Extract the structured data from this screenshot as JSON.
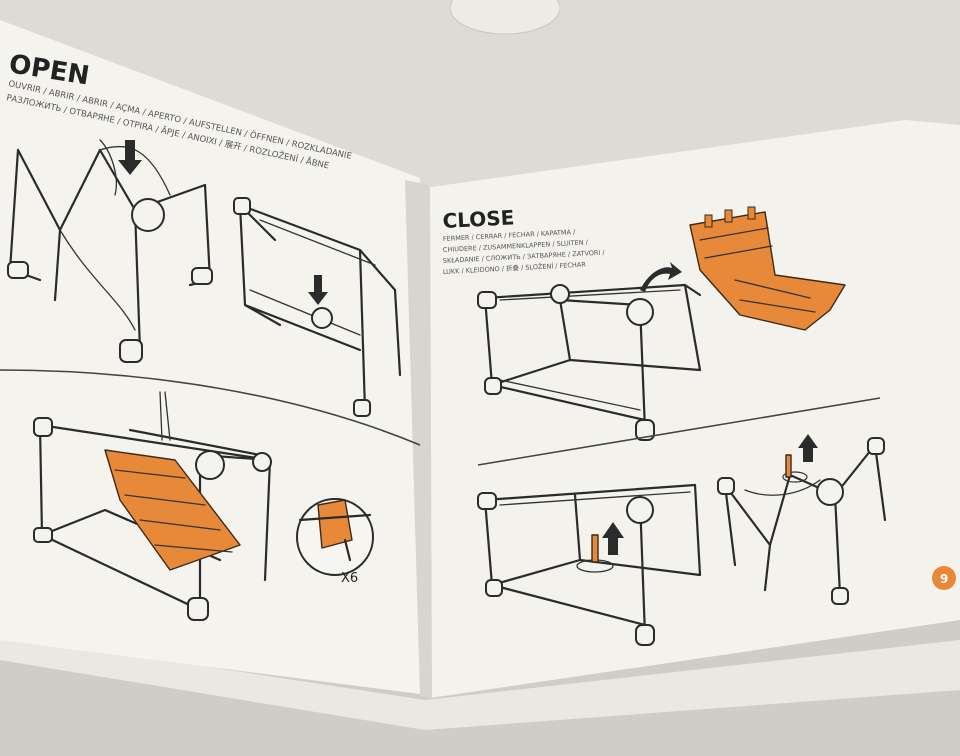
{
  "manual": {
    "left_page": {
      "heading": "OPEN",
      "subtitle_line1": "OUVRIR / ABRIR / ABRIR / AÇMA / APERTO / AUFSTELLEN / ÖFFNEN / ROZKLADANIE",
      "subtitle_line2": "РАЗЛОЖИТЬ / ОТВАРЯНЕ / OTPIRA / ĀPJE / ANOIXI / 展开 / ROZLOŽENÍ / ÅBNE",
      "step_count_label": "X6"
    },
    "right_page": {
      "heading": "CLOSE",
      "subtitle_line1": "FERMER / CERRAR / FECHAR / KAPATMA /",
      "subtitle_line2": "CHIUDERE / ZUSAMMENKLAPPEN / SLUITEN /",
      "subtitle_line3": "SKŁADANIE / СЛОЖИТЬ / ЗАТВАРЯНЕ / ZATVORI /",
      "subtitle_line4": "LUKK / KLEIDONO / 折叠 / SLOŽENÍ / FECHAR",
      "page_number": "9"
    },
    "colors": {
      "accent_orange": "#e8893a",
      "page": "#f4f3ee",
      "ink": "#2b2b2b"
    }
  }
}
